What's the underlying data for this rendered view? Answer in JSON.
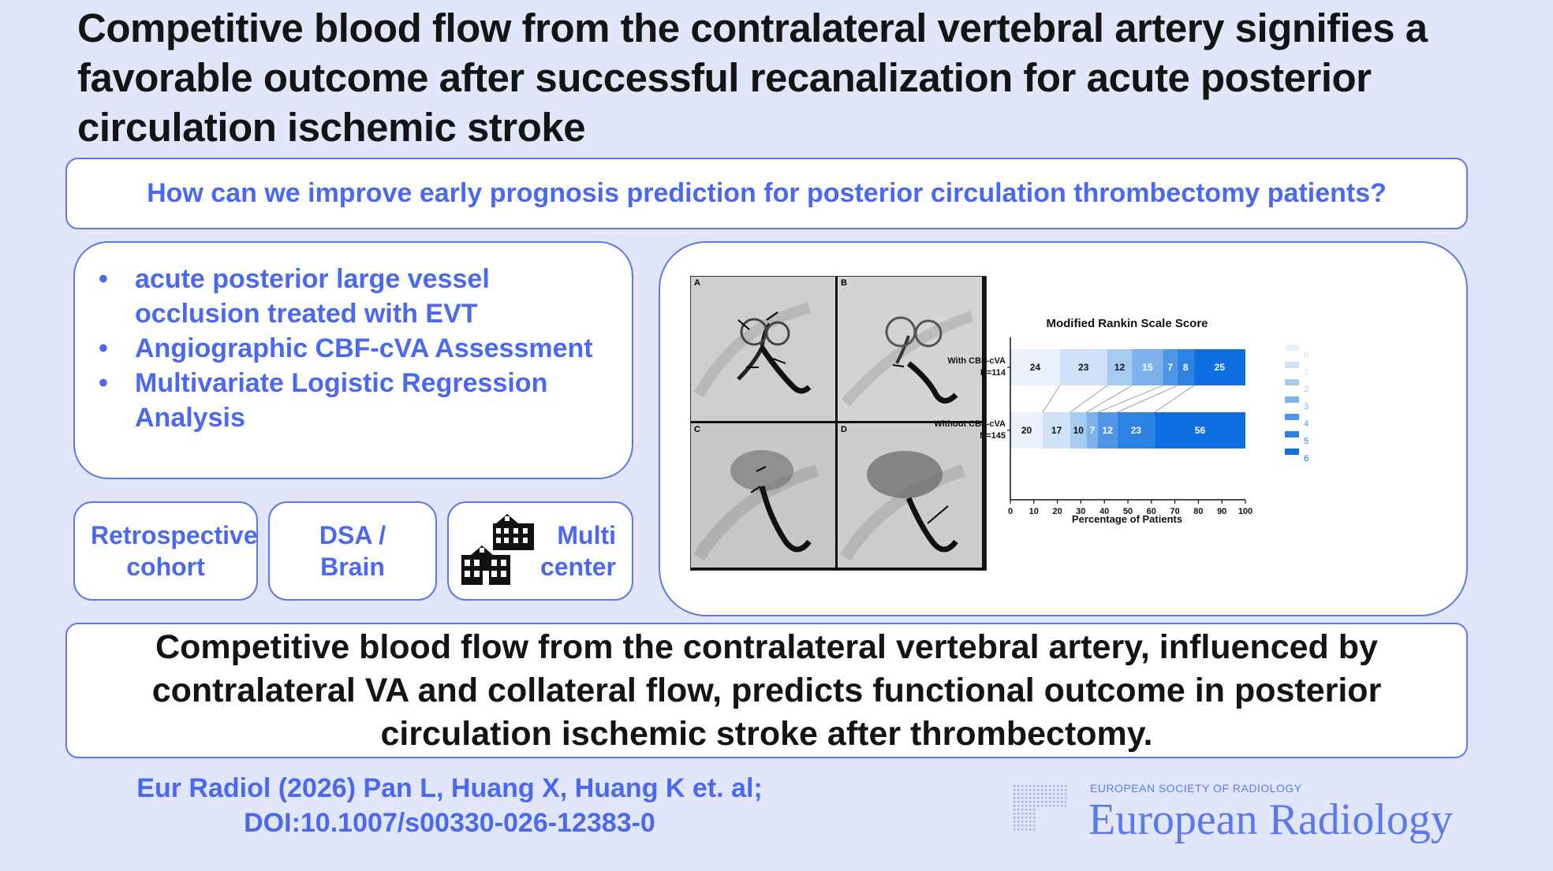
{
  "title": "Competitive blood flow from the contralateral vertebral artery signifies a favorable outcome after successful recanalization for acute posterior circulation ischemic stroke",
  "question": "How can we improve early prognosis prediction for posterior circulation thrombectomy patients?",
  "methods": [
    "acute posterior large vessel occlusion treated with EVT",
    "Angiographic CBF-cVA Assessment",
    "Multivariate Logistic Regression Analysis"
  ],
  "tags": {
    "design": "Retrospective cohort",
    "modality": "DSA / Brain",
    "centers": "Multi center"
  },
  "figure": {
    "panel_labels": [
      "A",
      "B",
      "C",
      "D"
    ]
  },
  "chart_data": {
    "type": "bar",
    "orientation": "horizontal-stacked",
    "title": "Modified Rankin Scale Score",
    "xlabel": "Percentage of Patients",
    "xlim": [
      0,
      100
    ],
    "xticks": [
      0,
      10,
      20,
      30,
      40,
      50,
      60,
      70,
      80,
      90,
      100
    ],
    "categories": [
      "With CBF-cVA N=114",
      "Without CBF-cVA N=145"
    ],
    "category_lines": [
      [
        "With CBF-cVA",
        "N=114"
      ],
      [
        "Without CBF-cVA",
        "N=145"
      ]
    ],
    "legend_labels": [
      "0",
      "1",
      "2",
      "3",
      "4",
      "5",
      "6"
    ],
    "legend_placement": "right",
    "colors": [
      "#eaf1fc",
      "#cfe1f8",
      "#a8cbf2",
      "#7eb2ec",
      "#4f96e6",
      "#2b82e3",
      "#0d6fe0"
    ],
    "rows": [
      [
        24,
        23,
        12,
        15,
        7,
        8,
        25
      ],
      [
        20,
        17,
        10,
        7,
        12,
        23,
        56
      ]
    ]
  },
  "conclusion": "Competitive blood flow from the contralateral vertebral artery, influenced by contralateral VA and collateral flow, predicts functional outcome in posterior circulation ischemic stroke after thrombectomy.",
  "citation": {
    "line1": "Eur Radiol (2026) Pan L, Huang X, Huang K et. al;",
    "line2": "DOI:10.1007/s00330-026-12383-0"
  },
  "journal": {
    "society": "EUROPEAN SOCIETY OF RADIOLOGY",
    "name": "European Radiology"
  },
  "colors": {
    "accent": "#4b68f0",
    "border": "#5b78ec",
    "background": "#e1e6fb"
  }
}
